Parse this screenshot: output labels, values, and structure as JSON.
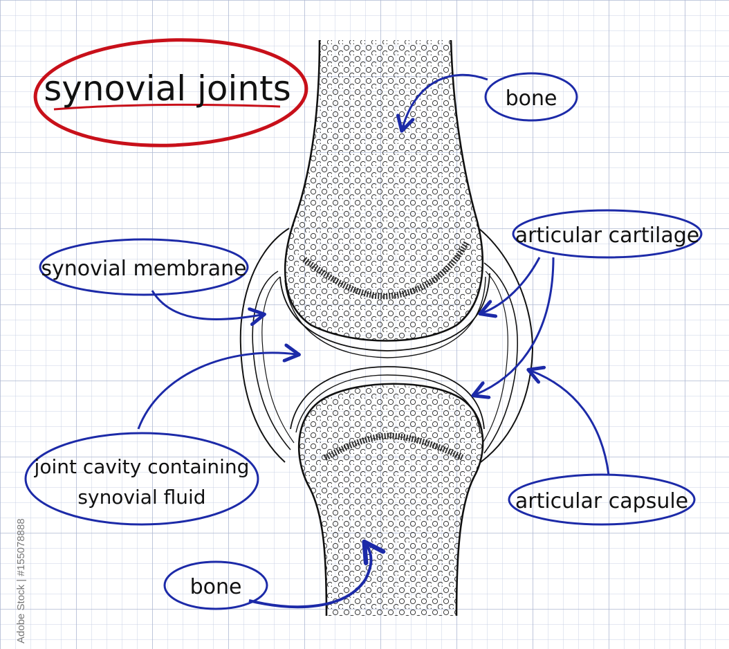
{
  "title": "synovial joints",
  "labels": {
    "bone_top": "bone",
    "articular_cartilage": "articular cartilage",
    "synovial_membrane": "synovial membrane",
    "joint_cavity_line1": "joint cavity containing",
    "joint_cavity_line2": "synovial fluid",
    "articular_capsule": "articular capsule",
    "bone_bottom": "bone"
  },
  "watermark": "Adobe Stock | #155078888",
  "colors": {
    "title_circle": "#c8101a",
    "label_ink": "#1c2aa8",
    "grid": "#c9d1e4",
    "grid_major": "#aeb8d2",
    "outline": "#111111"
  }
}
